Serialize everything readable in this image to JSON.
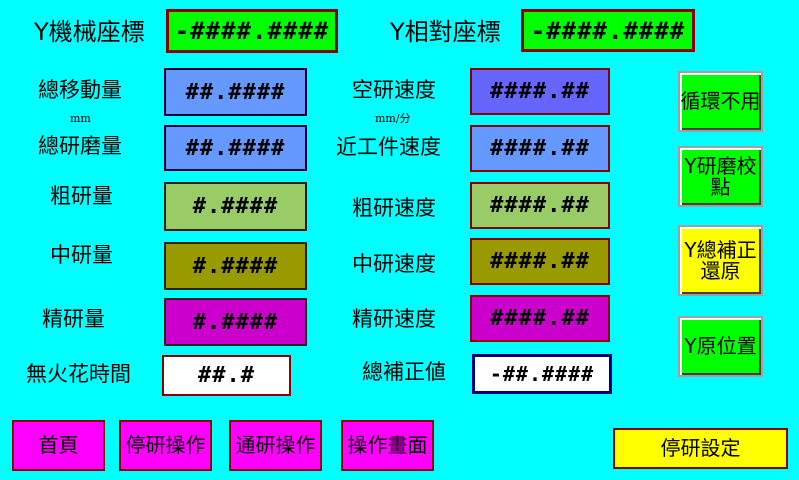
{
  "header": {
    "y_machine_label": "Y機械座標",
    "y_machine_value": "-####.####",
    "y_relative_label": "Y相對座標",
    "y_relative_value": "-####.####"
  },
  "left_params": {
    "total_move_label": "總移動量",
    "total_move_value": "##.####",
    "unit_mm": "mm",
    "total_grind_label": "總研磨量",
    "total_grind_value": "##.####",
    "rough_label": "粗研量",
    "rough_value": "#.####",
    "medium_label": "中研量",
    "medium_value": "#.####",
    "fine_label": "精研量",
    "fine_value": "#.####",
    "sparkout_label": "無火花時間",
    "sparkout_value": "##.#"
  },
  "right_params": {
    "air_speed_label": "空研速度",
    "air_speed_value": "####.##",
    "unit_speed": "mm/分",
    "approach_speed_label": "近工件速度",
    "approach_speed_value": "####.##",
    "rough_speed_label": "粗研速度",
    "rough_speed_value": "####.##",
    "medium_speed_label": "中研速度",
    "medium_speed_value": "####.##",
    "fine_speed_label": "精研速度",
    "fine_speed_value": "####.##",
    "comp_total_label": "總補正値",
    "comp_total_value": "-##.####"
  },
  "side_buttons": {
    "cycle_disabled": "循環不用",
    "y_grind_point": "Y研磨校點",
    "y_comp_restore_line1": "Y總補正",
    "y_comp_restore_line2": "還原",
    "y_origin": "Y原位置"
  },
  "nav": {
    "home": "首頁",
    "stop_grind_op": "停研操作",
    "through_grind_op": "通研操作",
    "operation_screen": "操作畫面",
    "stop_grind_settings": "停研設定"
  },
  "colors": {
    "background": "#00FFFF",
    "green": "#00FF00",
    "blue": "#6699FF",
    "violet": "#6666FF",
    "olive_light": "#99CC66",
    "olive": "#999900",
    "magenta": "#CC00CC",
    "white": "#FFFFFF",
    "yellow": "#FFFF00",
    "nav_magenta": "#FF00FF"
  }
}
